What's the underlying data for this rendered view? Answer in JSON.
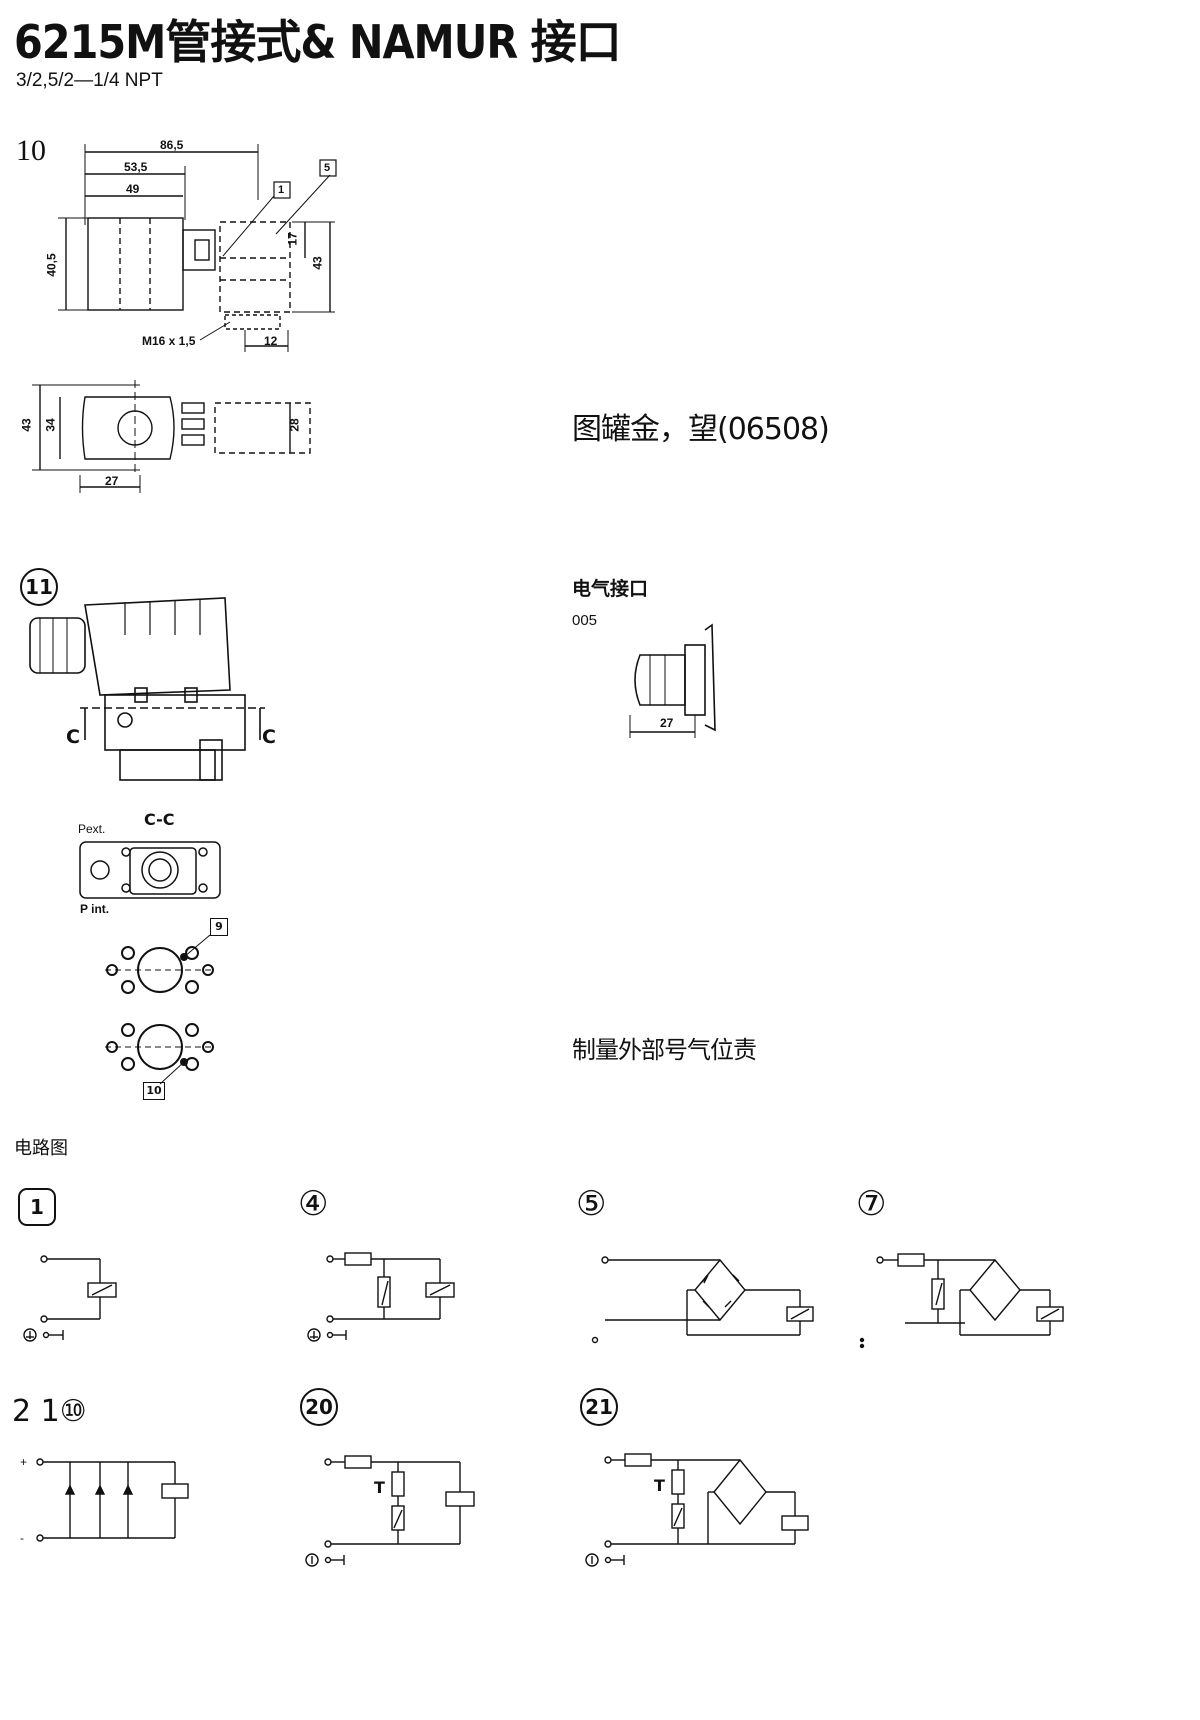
{
  "header": {
    "title": "6215M管接式& NAMUR 接口",
    "subtitle": "3/2,5/2—1/4 NPT"
  },
  "fig10": {
    "number": "10",
    "dims": [
      "86,5",
      "53,5",
      "49",
      "40,5",
      "17",
      "43",
      "M16 x 1,5",
      "12",
      "43",
      "34",
      "28",
      "27"
    ],
    "callouts": [
      "1",
      "5"
    ]
  },
  "note1": "图罐金，望(06508)",
  "fig11": {
    "number": "11",
    "section_mark": "C",
    "section_title": "C-C",
    "pext": "Pext.",
    "pint": "P int.",
    "callouts": [
      "9",
      "10"
    ]
  },
  "electrical": {
    "heading": "电气接口",
    "code": "005",
    "dim": "27"
  },
  "note2": "制量外部号气位责",
  "circuits": {
    "heading": "电路图",
    "items": [
      {
        "label": "1"
      },
      {
        "label": "④"
      },
      {
        "label": "⑤"
      },
      {
        "label": "⑦"
      },
      {
        "label": "2 1⑩"
      },
      {
        "label": "20"
      },
      {
        "label": "21"
      }
    ],
    "t_label": "T"
  }
}
